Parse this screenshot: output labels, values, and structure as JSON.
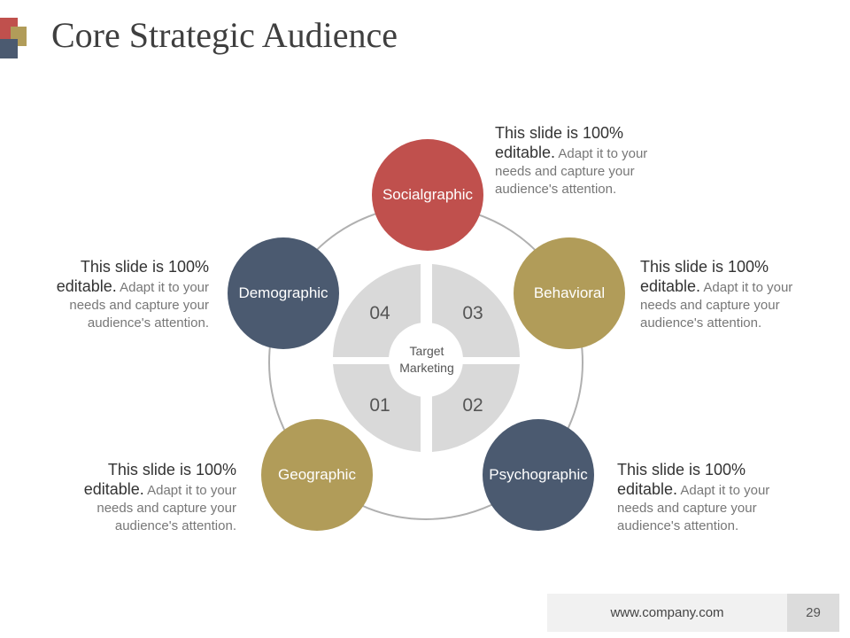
{
  "slide": {
    "title": "Core Strategic Audience",
    "footer_url": "www.company.com",
    "page_number": "29"
  },
  "colors": {
    "red": "#c0504d",
    "navy": "#4b5a70",
    "gold": "#b19c59",
    "quadrant_gray": "#d9d9d9",
    "ring_gray": "#b0b0b0"
  },
  "center": {
    "line1": "Target",
    "line2": "Marketing",
    "quadrants": [
      "01",
      "02",
      "03",
      "04"
    ]
  },
  "segments": [
    {
      "label": "Socialgraphic",
      "color": "red",
      "lead": "This slide is 100% editable.",
      "body": " Adapt it to your needs and capture your audience's attention."
    },
    {
      "label": "Behavioral",
      "color": "gold",
      "lead": "This slide is 100% editable.",
      "body": " Adapt it to your needs and capture your audience's attention."
    },
    {
      "label": "Psychographic",
      "color": "navy",
      "lead": "This slide is 100% editable.",
      "body": " Adapt it to your needs and capture your audience's attention."
    },
    {
      "label": "Geographic",
      "color": "gold",
      "lead": "This slide is 100% editable.",
      "body": " Adapt it to your needs and capture your audience's attention."
    },
    {
      "label": "Demographic",
      "color": "navy",
      "lead": "This slide is 100% editable.",
      "body": " Adapt it to your needs and capture your audience's attention."
    }
  ]
}
